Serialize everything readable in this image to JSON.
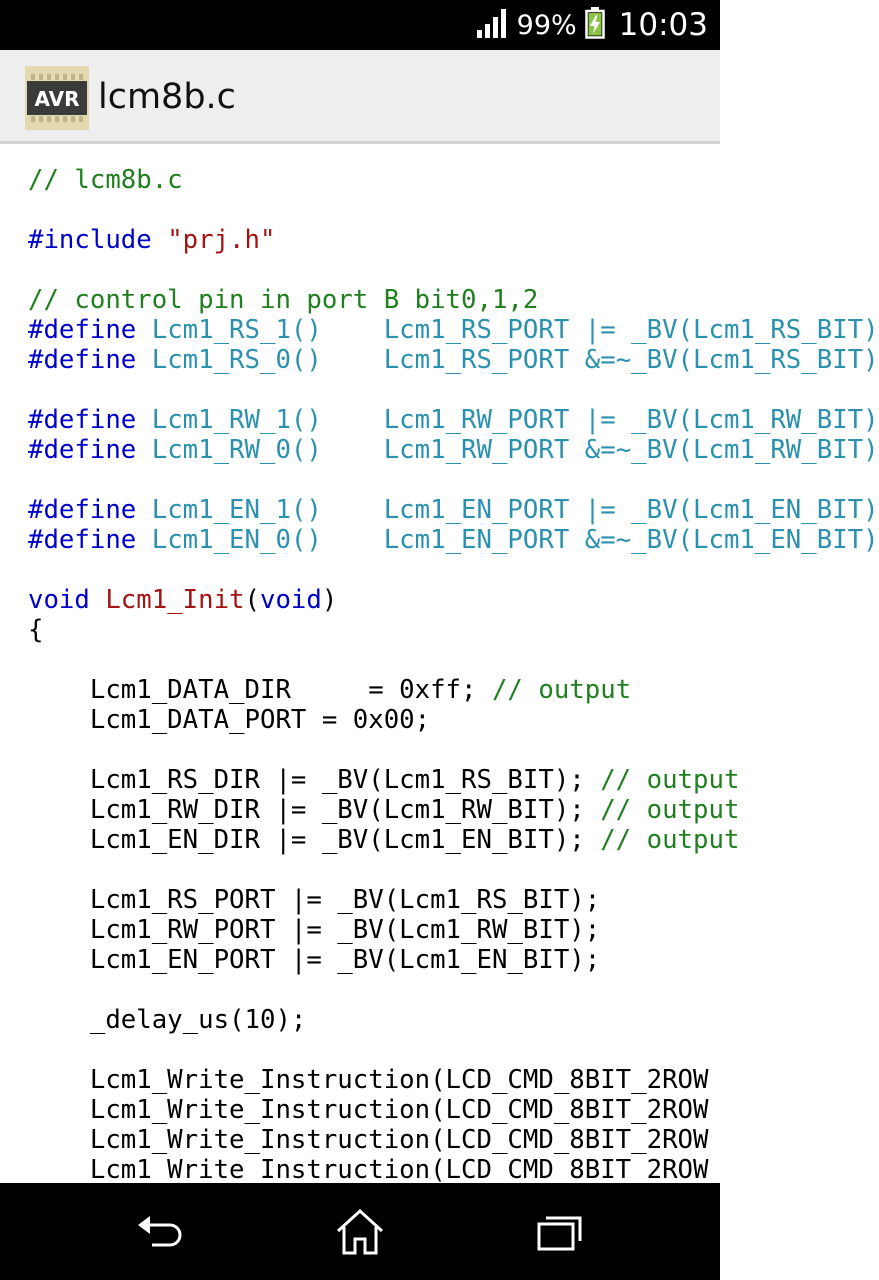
{
  "status_bar": {
    "battery_percent": "99%",
    "time": "10:03",
    "icons": [
      "signal-icon",
      "battery-charging-icon"
    ]
  },
  "app_bar": {
    "title": "lcm8b.c",
    "app_icon_label": "AVR"
  },
  "code": {
    "lines": [
      [
        {
          "t": "comment",
          "text": "// lcm8b.c"
        }
      ],
      [
        {
          "t": "plain",
          "text": ""
        }
      ],
      [
        {
          "t": "kw",
          "text": "#include "
        },
        {
          "t": "string",
          "text": "\"prj.h\""
        }
      ],
      [
        {
          "t": "plain",
          "text": ""
        }
      ],
      [
        {
          "t": "comment",
          "text": "// control pin in port B bit0,1,2"
        }
      ],
      [
        {
          "t": "kw",
          "text": "#define "
        },
        {
          "t": "macro",
          "text": "Lcm1_RS_1()    Lcm1_RS_PORT |= _BV(Lcm1_RS_BIT)"
        }
      ],
      [
        {
          "t": "kw",
          "text": "#define "
        },
        {
          "t": "macro",
          "text": "Lcm1_RS_0()    Lcm1_RS_PORT &=~_BV(Lcm1_RS_BIT)"
        }
      ],
      [
        {
          "t": "plain",
          "text": ""
        }
      ],
      [
        {
          "t": "kw",
          "text": "#define "
        },
        {
          "t": "macro",
          "text": "Lcm1_RW_1()    Lcm1_RW_PORT |= _BV(Lcm1_RW_BIT)"
        }
      ],
      [
        {
          "t": "kw",
          "text": "#define "
        },
        {
          "t": "macro",
          "text": "Lcm1_RW_0()    Lcm1_RW_PORT &=~_BV(Lcm1_RW_BIT)"
        }
      ],
      [
        {
          "t": "plain",
          "text": ""
        }
      ],
      [
        {
          "t": "kw",
          "text": "#define "
        },
        {
          "t": "macro",
          "text": "Lcm1_EN_1()    Lcm1_EN_PORT |= _BV(Lcm1_EN_BIT)"
        }
      ],
      [
        {
          "t": "kw",
          "text": "#define "
        },
        {
          "t": "macro",
          "text": "Lcm1_EN_0()    Lcm1_EN_PORT &=~_BV(Lcm1_EN_BIT)"
        }
      ],
      [
        {
          "t": "plain",
          "text": ""
        }
      ],
      [
        {
          "t": "kw",
          "text": "void "
        },
        {
          "t": "fn",
          "text": "Lcm1_Init"
        },
        {
          "t": "plain",
          "text": "("
        },
        {
          "t": "kw",
          "text": "void"
        },
        {
          "t": "plain",
          "text": ")"
        }
      ],
      [
        {
          "t": "plain",
          "text": "{"
        }
      ],
      [
        {
          "t": "plain",
          "text": ""
        }
      ],
      [
        {
          "t": "plain",
          "text": "    Lcm1_DATA_DIR     = 0xff; "
        },
        {
          "t": "comment",
          "text": "// output"
        }
      ],
      [
        {
          "t": "plain",
          "text": "    Lcm1_DATA_PORT = 0x00;"
        }
      ],
      [
        {
          "t": "plain",
          "text": ""
        }
      ],
      [
        {
          "t": "plain",
          "text": "    Lcm1_RS_DIR |= _BV(Lcm1_RS_BIT); "
        },
        {
          "t": "comment",
          "text": "// output"
        }
      ],
      [
        {
          "t": "plain",
          "text": "    Lcm1_RW_DIR |= _BV(Lcm1_RW_BIT); "
        },
        {
          "t": "comment",
          "text": "// output"
        }
      ],
      [
        {
          "t": "plain",
          "text": "    Lcm1_EN_DIR |= _BV(Lcm1_EN_BIT); "
        },
        {
          "t": "comment",
          "text": "// output"
        }
      ],
      [
        {
          "t": "plain",
          "text": ""
        }
      ],
      [
        {
          "t": "plain",
          "text": "    Lcm1_RS_PORT |= _BV(Lcm1_RS_BIT);"
        }
      ],
      [
        {
          "t": "plain",
          "text": "    Lcm1_RW_PORT |= _BV(Lcm1_RW_BIT);"
        }
      ],
      [
        {
          "t": "plain",
          "text": "    Lcm1_EN_PORT |= _BV(Lcm1_EN_BIT);"
        }
      ],
      [
        {
          "t": "plain",
          "text": ""
        }
      ],
      [
        {
          "t": "plain",
          "text": "    _delay_us(10);"
        }
      ],
      [
        {
          "t": "plain",
          "text": ""
        }
      ],
      [
        {
          "t": "plain",
          "text": "    Lcm1_Write_Instruction(LCD_CMD_8BIT_2ROW"
        }
      ],
      [
        {
          "t": "plain",
          "text": "    Lcm1_Write_Instruction(LCD_CMD_8BIT_2ROW"
        }
      ],
      [
        {
          "t": "plain",
          "text": "    Lcm1_Write_Instruction(LCD_CMD_8BIT_2ROW"
        }
      ],
      [
        {
          "t": "plain",
          "text": "    Lcm1_Write_Instruction(LCD_CMD_8BIT_2ROW"
        }
      ]
    ]
  },
  "nav_bar": {
    "buttons": [
      "back-icon",
      "home-icon",
      "recent-apps-icon"
    ]
  }
}
